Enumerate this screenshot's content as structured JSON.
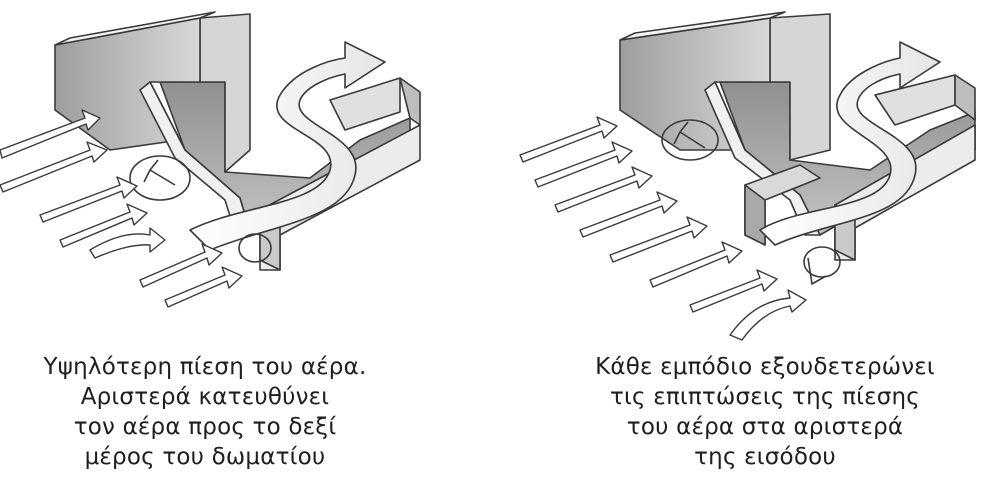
{
  "diagrams": [
    {
      "caption_lines": [
        "Υψηλότερη πίεση του αέρα.",
        "Αριστερά κατευθύνει",
        "τον αέρα προς το δεξί",
        "μέρος του δωματίου"
      ]
    },
    {
      "caption_lines": [
        "Κάθε εμπόδιο εξουδετερώνει",
        "τις επιπτώσεις της πίεσης",
        "του αέρα στα αριστερά",
        "της εισόδου"
      ]
    }
  ],
  "colors": {
    "ink": "#3a3a3a",
    "wall_shade": "#b9b9b9",
    "floor_shade": "#a8a8a8",
    "light_face": "#f2f2f2"
  }
}
